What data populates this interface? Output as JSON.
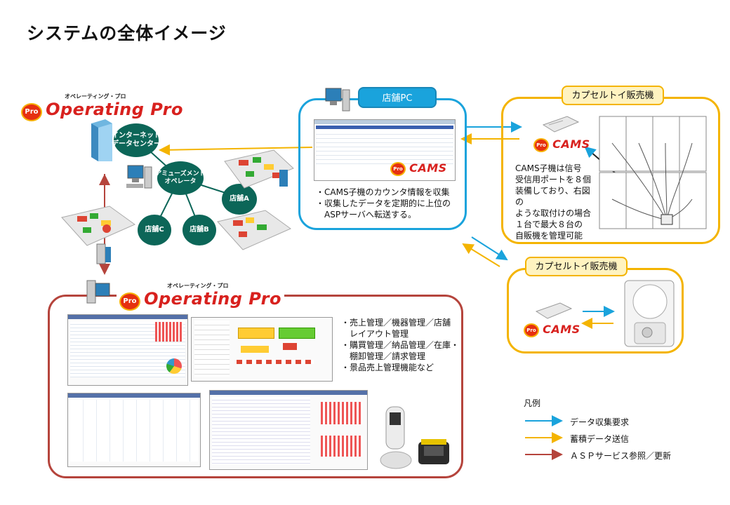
{
  "title": "システムの全体イメージ",
  "logo": {
    "subtitle": "オペレーティング・プロ",
    "name": "Operating Pro",
    "badge": "Pro"
  },
  "network": {
    "datacenter": "インターネット\nデータセンター",
    "operator": "アミューズメント\nオペレータ",
    "store_a": "店舗A",
    "store_b": "店舗B",
    "store_c": "店舗C"
  },
  "store_pc": {
    "label": "店舗PC",
    "cams_logo": "CAMS",
    "description": [
      "・CAMS子機のカウンタ情報を収集",
      "・収集したデータを定期的に上位の",
      "　ASPサーバへ転送する。"
    ]
  },
  "vending1": {
    "label": "カプセルトイ販売機",
    "cams_logo": "CAMS",
    "description": [
      "CAMS子機は信号",
      "受信用ポートを８個",
      "装備しており、右図の",
      "ような取付けの場合",
      "１台で最大８台の",
      "自販機を管理可能"
    ]
  },
  "vending2": {
    "label": "カプセルトイ販売機",
    "cams_logo": "CAMS"
  },
  "asp": {
    "features": [
      "・売上管理／機器管理／店舗",
      "　レイアウト管理",
      "・購買管理／納品管理／在庫・",
      "　棚卸管理／請求管理",
      "・景品売上管理機能など"
    ]
  },
  "legend": {
    "title": "凡例",
    "items": [
      {
        "label": "データ収集要求",
        "color": "#1aa3dc"
      },
      {
        "label": "蓄積データ送信",
        "color": "#f4b400"
      },
      {
        "label": "ＡＳＰサービス参照／更新",
        "color": "#b5443c"
      }
    ]
  },
  "colors": {
    "blue": "#1aa3dc",
    "yellow": "#f4b400",
    "red": "#b5443c",
    "teal": "#0c6658"
  }
}
